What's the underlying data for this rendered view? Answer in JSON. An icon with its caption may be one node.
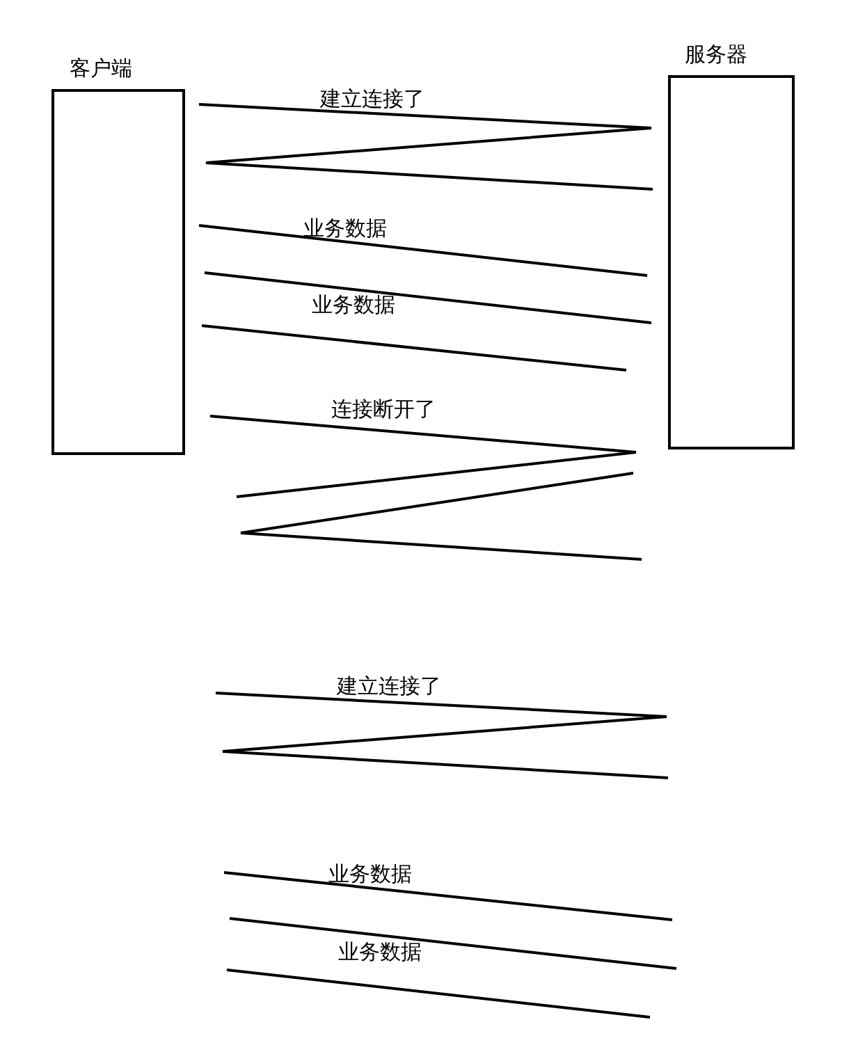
{
  "diagram": {
    "nodes": [
      {
        "text": [
          "客户端"
        ]
      },
      {
        "text": [
          "服务器"
        ]
      }
    ],
    "labels": [
      "建立连接了",
      "业务数据",
      "业务数据",
      "连接断开了",
      "建立连接了",
      "业务数据",
      "业务数据"
    ]
  }
}
